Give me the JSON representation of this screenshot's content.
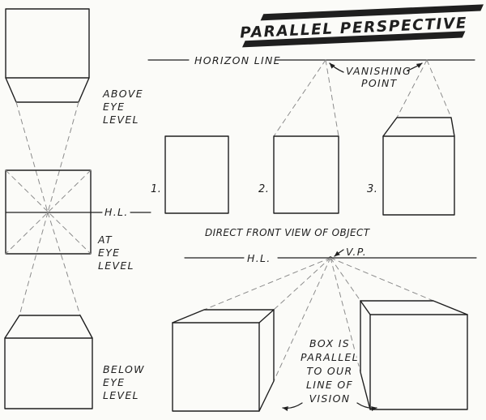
{
  "colors": {
    "ink": "#1f1f1f",
    "dash": "#8c8c8c",
    "bg": "#fbfbf8"
  },
  "title": "PARALLEL PERSPECTIVE",
  "left_column": {
    "above_label": [
      "ABOVE",
      "EYE",
      "LEVEL"
    ],
    "hl_label": "H.L.",
    "at_label": [
      "AT",
      "EYE",
      "LEVEL"
    ],
    "below_label": [
      "BELOW",
      "EYE",
      "LEVEL"
    ]
  },
  "horizon_section": {
    "horizon_label": "HORIZON LINE",
    "vanishing_line1": "VANISHING",
    "vanishing_line2": "POINT"
  },
  "squares": {
    "numbers": [
      "1.",
      "2.",
      "3."
    ],
    "caption": "DIRECT FRONT VIEW OF OBJECT"
  },
  "bottom_section": {
    "hl_label": "H.L.",
    "vp_label": "V.P.",
    "note": [
      "BOX IS",
      "PARALLEL",
      "TO OUR",
      "LINE OF",
      "VISION"
    ]
  }
}
